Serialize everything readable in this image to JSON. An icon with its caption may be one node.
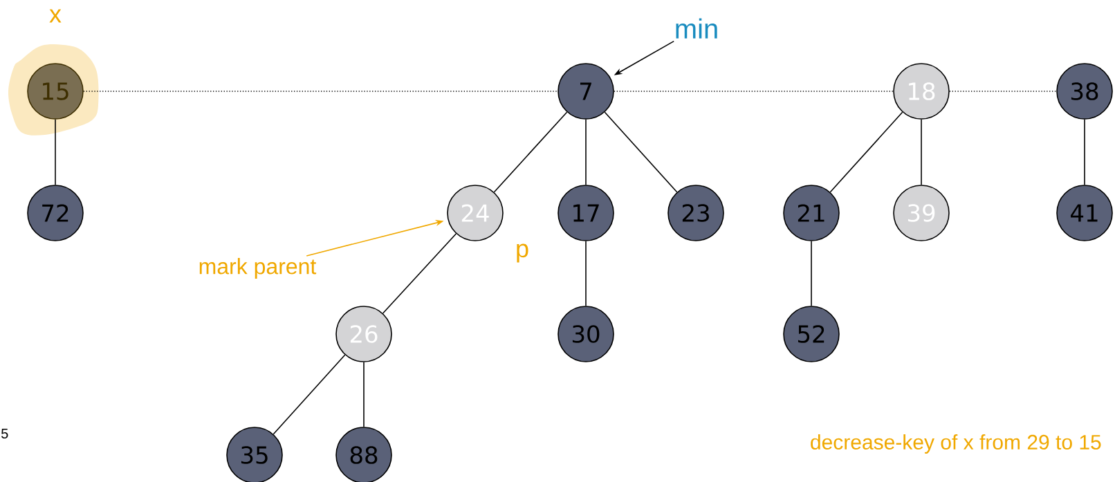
{
  "diagram": {
    "nodes": [
      {
        "text": [
          "min"
        ]
      },
      {
        "text": [
          "15"
        ],
        "beside": [
          "x"
        ]
      },
      {
        "text": [
          "7"
        ]
      },
      {
        "text": [
          "18"
        ]
      },
      {
        "text": [
          "38"
        ]
      },
      {
        "text": [
          "72"
        ]
      },
      {
        "text": [
          "24"
        ],
        "beside": [
          "p"
        ]
      },
      {
        "text": [
          "17"
        ]
      },
      {
        "text": [
          "23"
        ]
      },
      {
        "text": [
          "21"
        ]
      },
      {
        "text": [
          "39"
        ]
      },
      {
        "text": [
          "41"
        ]
      },
      {
        "text": [
          "mark parent"
        ]
      },
      {
        "text": [
          "26"
        ]
      },
      {
        "text": [
          "30"
        ]
      },
      {
        "text": [
          "52"
        ]
      },
      {
        "text": [
          "35"
        ]
      },
      {
        "text": [
          "88"
        ]
      }
    ],
    "edges": [
      {
        "from": 0,
        "to": 2,
        "arrow": "to"
      },
      {
        "from": 1,
        "to": 2,
        "arrow": "none",
        "style": "dashed"
      },
      {
        "from": 2,
        "to": 3,
        "arrow": "none",
        "style": "dashed"
      },
      {
        "from": 3,
        "to": 4,
        "arrow": "none",
        "style": "dashed"
      },
      {
        "from": 1,
        "to": 5,
        "arrow": "none"
      },
      {
        "from": 2,
        "to": 6,
        "arrow": "none"
      },
      {
        "from": 2,
        "to": 7,
        "arrow": "none"
      },
      {
        "from": 2,
        "to": 8,
        "arrow": "none"
      },
      {
        "from": 3,
        "to": 9,
        "arrow": "none"
      },
      {
        "from": 3,
        "to": 10,
        "arrow": "none"
      },
      {
        "from": 4,
        "to": 11,
        "arrow": "none"
      },
      {
        "from": 12,
        "to": 6,
        "arrow": "to",
        "color": "#f0a800"
      },
      {
        "from": 6,
        "to": 13,
        "arrow": "none"
      },
      {
        "from": 7,
        "to": 14,
        "arrow": "none"
      },
      {
        "from": 9,
        "to": 15,
        "arrow": "none"
      },
      {
        "from": 13,
        "to": 16,
        "arrow": "none"
      },
      {
        "from": 13,
        "to": 17,
        "arrow": "none"
      }
    ],
    "labels": [
      "5",
      "decrease-key of x from 29 to 15"
    ]
  }
}
